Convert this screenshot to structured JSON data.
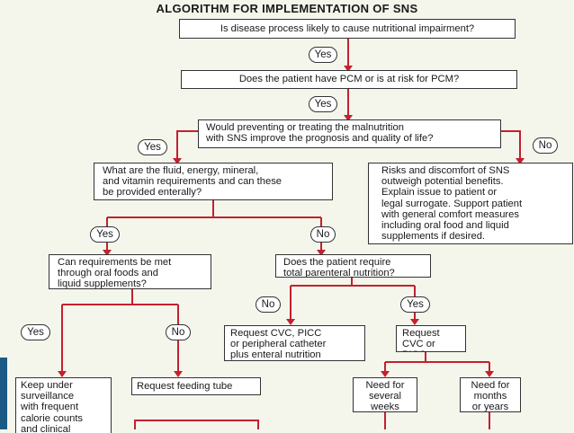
{
  "title": "ALGORITHM FOR IMPLEMENTATION OF SNS",
  "nodes": {
    "q_disease": "Is disease process likely to cause nutritional impairment?",
    "q_pcm": "Does the patient have PCM or is at risk for PCM?",
    "q_prognosis": "Would preventing or treating the malnutrition\nwith SNS improve the prognosis and quality of life?",
    "q_requirements": "What are the fluid, energy, mineral,\nand vitamin requirements and can these\nbe provided enterally?",
    "risks": "Risks and discomfort of SNS\noutweigh potential benefits.\nExplain issue to patient or\nlegal surrogate. Support patient\nwith general comfort measures\nincluding oral food and liquid\nsupplements if desired.",
    "q_oral": "Can requirements be met\nthrough oral foods and\nliquid supplements?",
    "q_tpn": "Does the patient require\ntotal parenteral nutrition?",
    "request_cvc_picc": "Request CVC, PICC\nor peripheral catheter\nplus enteral nutrition",
    "request_cvc_or_picc": "Request\nCVC or PICC",
    "keep_surveillance": "Keep under\nsurveillance\nwith frequent\ncalorie counts\nand clinical",
    "request_feeding_tube": "Request feeding tube",
    "need_weeks": "Need for\nseveral\nweeks",
    "need_months": "Need for\nmonths\nor years"
  },
  "labels": {
    "yes": "Yes",
    "no": "No"
  },
  "colors": {
    "connector": "#c4202e",
    "background": "#f4f6ec",
    "accent_bar": "#1c5a86"
  }
}
